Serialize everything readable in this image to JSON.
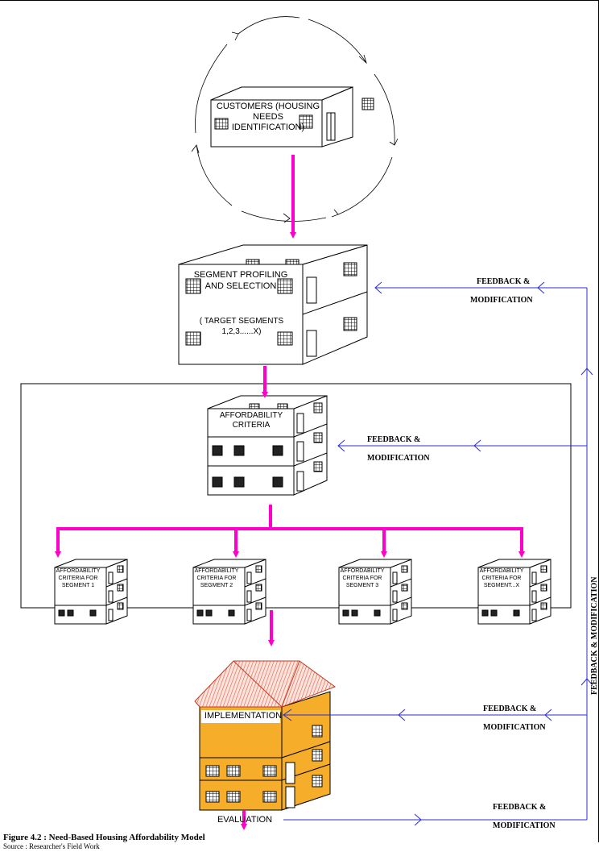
{
  "nodes": {
    "customers": "CUSTOMERS (HOUSING NEEDS IDENTIFICATION)",
    "segment_line1": "SEGMENT  PROFILING AND SELECTION",
    "segment_line2": "( TARGET SEGMENTS 1,2,3......X)",
    "affordability": "AFFORDABILITY CRITERIA",
    "seg1": "AFFORDABILITY CRITERIA FOR SEGMENT 1",
    "seg2": "AFFORDABILITY CRITERIA FOR SEGMENT 2",
    "seg3": "AFFORDABILITY CRITERIA FOR SEGMENT 3",
    "segx": "AFFORDABILITY CRITERIA FOR SEGMENT...X",
    "implementation": "IMPLEMENTATION",
    "evaluation": "EVALUATION"
  },
  "feedback": {
    "label_top": "FEEDBACK &",
    "label_bottom": "MODIFICATION",
    "vertical": "FEEDBACK  &  MODIFICATION"
  },
  "caption": {
    "title": "Figure 4.2 : Need-Based Housing Affordability Model",
    "source": "Source : Researcher's Field Work"
  },
  "colors": {
    "flow_arrow": "#ff00cc",
    "feedback_line": "#2b2bd6",
    "house_body": "#f5ad2a",
    "roof": "#e8705a"
  }
}
